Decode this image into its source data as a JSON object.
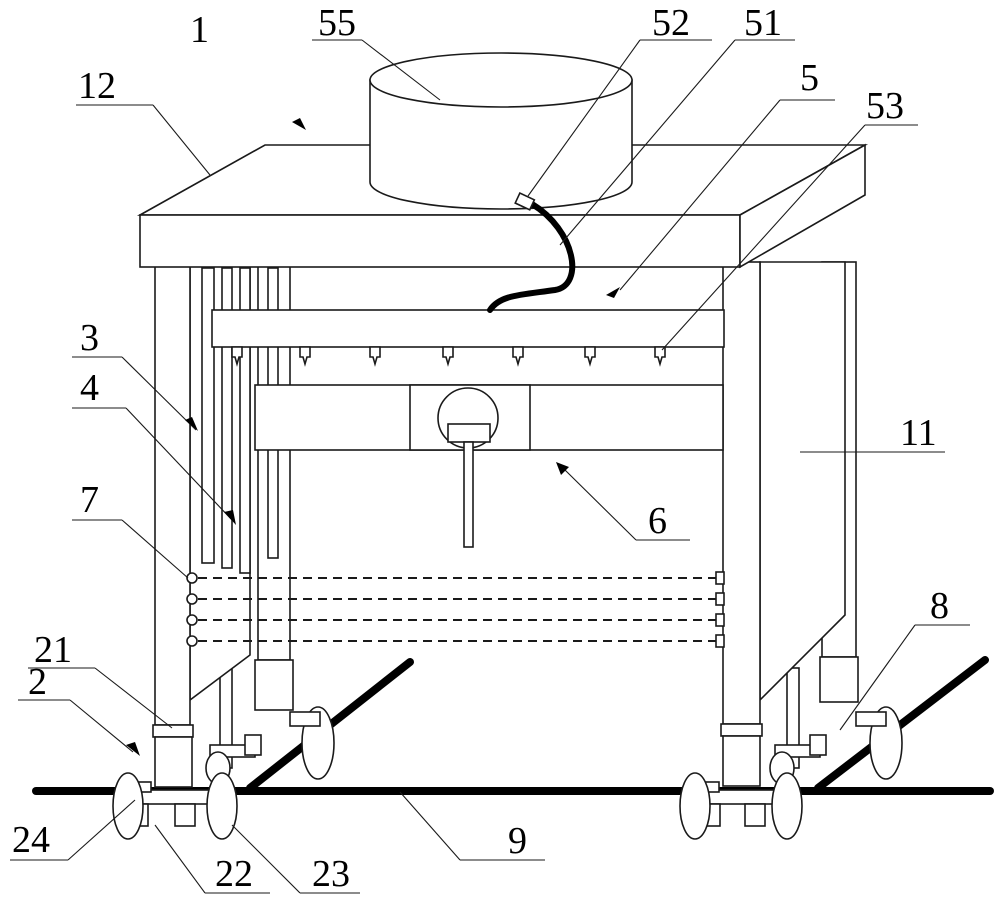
{
  "labels": {
    "l1": "1",
    "l2": "2",
    "l3": "3",
    "l4": "4",
    "l5": "5",
    "l6": "6",
    "l7": "7",
    "l8": "8",
    "l9": "9",
    "l11": "11",
    "l12": "12",
    "l21": "21",
    "l22": "22",
    "l23": "23",
    "l24": "24",
    "l51": "51",
    "l52": "52",
    "l53": "53",
    "l55": "55"
  }
}
